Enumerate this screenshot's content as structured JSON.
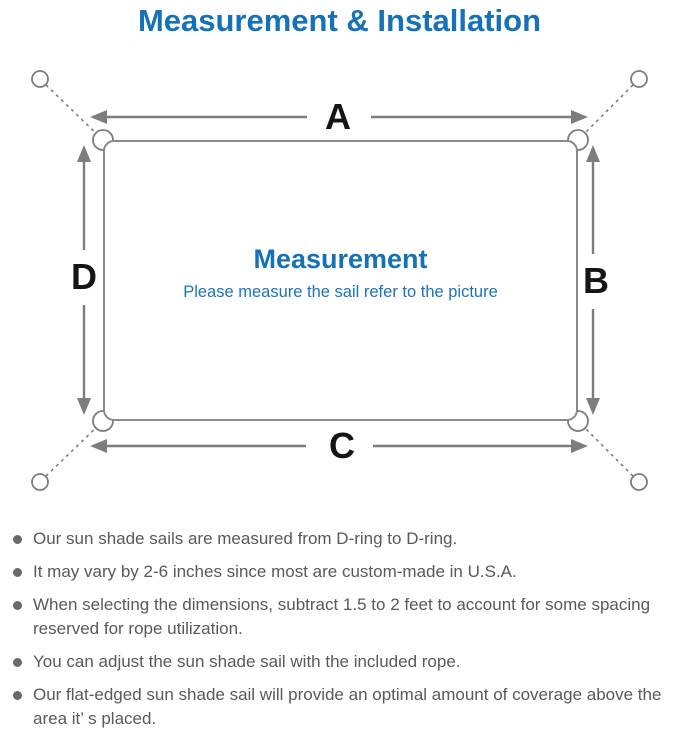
{
  "title": "Measurement & Installation",
  "diagram": {
    "labels": {
      "top": "A",
      "right": "B",
      "bottom": "C",
      "left": "D"
    },
    "center_title": "Measurement",
    "center_subtitle": "Please measure the sail refer to the picture"
  },
  "notes": {
    "items": [
      {
        "text": "Our sun shade sails are measured from D-ring to D-ring."
      },
      {
        "text": "It may vary by 2-6 inches since most are custom-made in U.S.A."
      },
      {
        "text": "When selecting the dimensions, subtract 1.5 to 2 feet to account for some spacing reserved for rope utilization."
      },
      {
        "text": "You can adjust the sun shade sail with the included rope."
      },
      {
        "text": "Our flat-edged sun shade sail will provide an optimal amount of coverage above the area it’ s placed."
      }
    ]
  },
  "colors": {
    "accent_blue": "#1571b8",
    "subtitle_blue": "#1b74bb",
    "line_gray": "#7d7d7d",
    "label_black": "#151515",
    "note_gray": "#595959"
  }
}
